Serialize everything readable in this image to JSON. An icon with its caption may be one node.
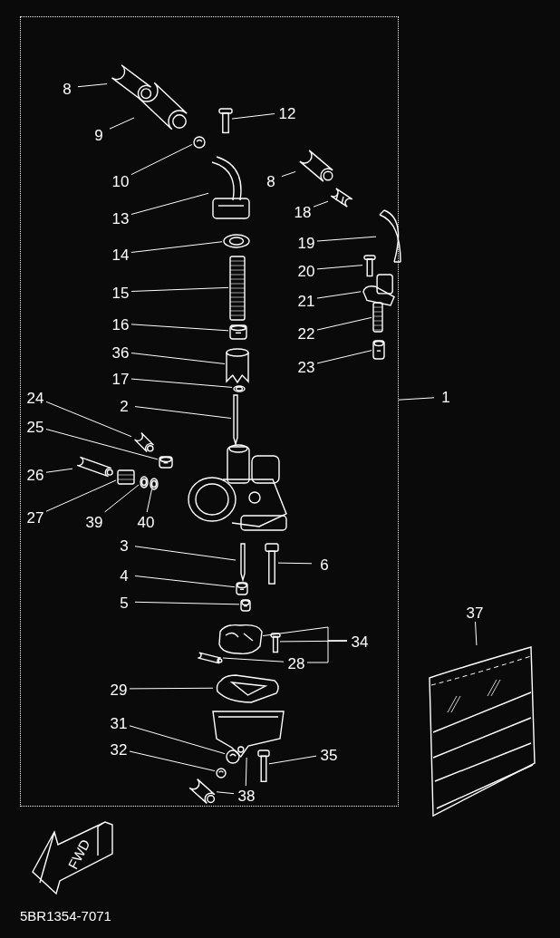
{
  "diagram": {
    "nodes": [
      {
        "text": [],
        "shape": "box"
      },
      {
        "text": [
          "8"
        ],
        "in": 0
      },
      {
        "text": [],
        "shape": "picture",
        "in": 0
      },
      {
        "text": [
          "9"
        ],
        "in": 0
      },
      {
        "text": [],
        "shape": "picture",
        "in": 0
      },
      {
        "text": [
          "12"
        ],
        "in": 0
      },
      {
        "text": [],
        "shape": "picture",
        "in": 0
      },
      {
        "text": [
          "10"
        ],
        "in": 0
      },
      {
        "text": [],
        "shape": "picture",
        "in": 0
      },
      {
        "text": [
          "8"
        ],
        "in": 0
      },
      {
        "text": [],
        "shape": "picture",
        "in": 0
      },
      {
        "text": [
          "13"
        ],
        "in": 0
      },
      {
        "text": [],
        "shape": "picture",
        "in": 0
      },
      {
        "text": [
          "18"
        ],
        "in": 0
      },
      {
        "text": [],
        "shape": "picture",
        "in": 0
      },
      {
        "text": [
          "14"
        ],
        "in": 0
      },
      {
        "text": [],
        "shape": "picture",
        "in": 0
      },
      {
        "text": [
          "19"
        ],
        "in": 0
      },
      {
        "text": [],
        "shape": "picture",
        "in": 0
      },
      {
        "text": [
          "15"
        ],
        "in": 0
      },
      {
        "text": [],
        "shape": "picture",
        "in": 0
      },
      {
        "text": [
          "20"
        ],
        "in": 0
      },
      {
        "text": [],
        "shape": "picture",
        "in": 0
      },
      {
        "text": [
          "21"
        ],
        "in": 0
      },
      {
        "text": [],
        "shape": "picture",
        "in": 0
      },
      {
        "text": [
          "16"
        ],
        "in": 0
      },
      {
        "text": [],
        "shape": "picture",
        "in": 0
      },
      {
        "text": [
          "22"
        ],
        "in": 0
      },
      {
        "text": [],
        "shape": "picture",
        "in": 0
      },
      {
        "text": [
          "36"
        ],
        "in": 0
      },
      {
        "text": [],
        "shape": "picture",
        "in": 0
      },
      {
        "text": [
          "23"
        ],
        "in": 0
      },
      {
        "text": [],
        "shape": "picture",
        "in": 0
      },
      {
        "text": [
          "17"
        ],
        "in": 0
      },
      {
        "text": [],
        "shape": "picture",
        "in": 0
      },
      {
        "text": [
          "1"
        ]
      },
      {
        "text": [
          "24"
        ],
        "in": 0
      },
      {
        "text": [],
        "shape": "picture",
        "in": 0
      },
      {
        "text": [
          "2"
        ],
        "in": 0
      },
      {
        "text": [],
        "shape": "picture",
        "in": 0
      },
      {
        "text": [
          "25"
        ],
        "in": 0
      },
      {
        "text": [],
        "shape": "picture",
        "in": 0
      },
      {
        "text": [
          "26"
        ],
        "in": 0
      },
      {
        "text": [],
        "shape": "picture",
        "in": 0
      },
      {
        "text": [
          "27"
        ],
        "in": 0
      },
      {
        "text": [],
        "shape": "picture",
        "in": 0
      },
      {
        "text": [
          "39"
        ],
        "in": 0
      },
      {
        "text": [],
        "shape": "picture",
        "in": 0
      },
      {
        "text": [
          "40"
        ],
        "in": 0
      },
      {
        "text": [],
        "shape": "picture",
        "in": 0
      },
      {
        "text": [
          "3"
        ],
        "in": 0
      },
      {
        "text": [],
        "shape": "picture",
        "in": 0
      },
      {
        "text": [
          "6"
        ],
        "in": 0
      },
      {
        "text": [],
        "shape": "picture",
        "in": 0
      },
      {
        "text": [
          "4"
        ],
        "in": 0
      },
      {
        "text": [],
        "shape": "picture",
        "in": 0
      },
      {
        "text": [
          "5"
        ],
        "in": 0
      },
      {
        "text": [],
        "shape": "picture",
        "in": 0
      },
      {
        "text": [],
        "shape": "picture",
        "in": 0
      },
      {
        "text": [],
        "shape": "picture",
        "in": 0
      },
      {
        "text": [
          "34"
        ],
        "in": 0
      },
      {
        "text": [],
        "shape": "picture",
        "in": 0
      },
      {
        "text": [
          "28"
        ],
        "in": 0
      },
      {
        "text": [
          "29"
        ],
        "in": 0
      },
      {
        "text": [],
        "shape": "picture",
        "in": 0
      },
      {
        "text": [],
        "shape": "picture",
        "in": 0
      },
      {
        "text": [
          "31"
        ],
        "in": 0
      },
      {
        "text": [],
        "shape": "picture",
        "in": 0
      },
      {
        "text": [
          "35"
        ],
        "in": 0
      },
      {
        "text": [],
        "shape": "picture",
        "in": 0
      },
      {
        "text": [
          "32"
        ],
        "in": 0
      },
      {
        "text": [],
        "shape": "picture",
        "in": 0
      },
      {
        "text": [],
        "shape": "picture",
        "in": 0
      },
      {
        "text": [
          "38"
        ],
        "in": 0
      },
      {
        "text": [
          "37"
        ]
      },
      {
        "text": [],
        "shape": "picture"
      }
    ],
    "edges": [
      {
        "from": 1,
        "to": 2,
        "arrow": "none"
      },
      {
        "from": 3,
        "to": 4,
        "arrow": "none"
      },
      {
        "from": 5,
        "to": 6,
        "arrow": "none"
      },
      {
        "from": 7,
        "to": 8,
        "arrow": "none"
      },
      {
        "from": 9,
        "to": 10,
        "arrow": "none"
      },
      {
        "from": 11,
        "to": 12,
        "arrow": "none"
      },
      {
        "from": 13,
        "to": 14,
        "arrow": "none"
      },
      {
        "from": 15,
        "to": 16,
        "arrow": "none"
      },
      {
        "from": 17,
        "to": 18,
        "arrow": "none"
      },
      {
        "from": 19,
        "to": 20,
        "arrow": "none"
      },
      {
        "from": 21,
        "to": 22,
        "arrow": "none"
      },
      {
        "from": 23,
        "to": 24,
        "arrow": "none"
      },
      {
        "from": 25,
        "to": 26,
        "arrow": "none"
      },
      {
        "from": 27,
        "to": 28,
        "arrow": "none"
      },
      {
        "from": 29,
        "to": 30,
        "arrow": "none"
      },
      {
        "from": 31,
        "to": 32,
        "arrow": "none"
      },
      {
        "from": 33,
        "to": 34,
        "arrow": "none"
      },
      {
        "from": 35,
        "to": 0,
        "arrow": "none"
      },
      {
        "from": 36,
        "to": 37,
        "arrow": "none"
      },
      {
        "from": 38,
        "to": 39,
        "arrow": "none"
      },
      {
        "from": 40,
        "to": 41,
        "arrow": "none"
      },
      {
        "from": 42,
        "to": 43,
        "arrow": "none"
      },
      {
        "from": 44,
        "to": 45,
        "arrow": "none"
      },
      {
        "from": 46,
        "to": 47,
        "arrow": "none"
      },
      {
        "from": 48,
        "to": 49,
        "arrow": "none"
      },
      {
        "from": 50,
        "to": 51,
        "arrow": "none"
      },
      {
        "from": 52,
        "to": 53,
        "arrow": "none"
      },
      {
        "from": 54,
        "to": 55,
        "arrow": "none"
      },
      {
        "from": 56,
        "to": 57,
        "arrow": "none"
      },
      {
        "from": 60,
        "to": 58,
        "arrow": "none"
      },
      {
        "from": 60,
        "to": 59,
        "arrow": "none"
      },
      {
        "from": 60,
        "to": 62,
        "arrow": "none"
      },
      {
        "from": 62,
        "to": 61,
        "arrow": "none"
      },
      {
        "from": 63,
        "to": 64,
        "arrow": "none"
      },
      {
        "from": 66,
        "to": 67,
        "arrow": "none"
      },
      {
        "from": 68,
        "to": 69,
        "arrow": "none"
      },
      {
        "from": 70,
        "to": 71,
        "arrow": "none"
      },
      {
        "from": 73,
        "to": 72,
        "arrow": "none"
      },
      {
        "from": 73,
        "to": 65,
        "arrow": "none"
      },
      {
        "from": 74,
        "to": 75,
        "arrow": "none"
      }
    ],
    "labels": [
      "FWD",
      "5BR1354-7071"
    ]
  }
}
